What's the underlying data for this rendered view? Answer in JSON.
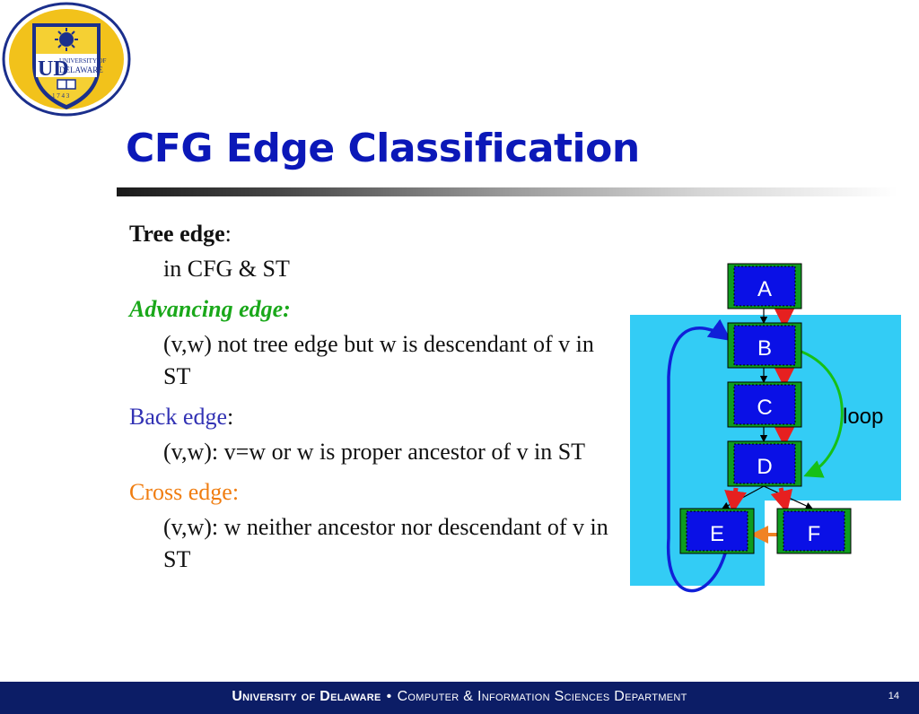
{
  "logo": {
    "text_top": "UNIVERSITY OF",
    "text_main": "DELAWARE",
    "monogram": "UD",
    "year": "1 7 4 3"
  },
  "title": "CFG Edge Classification",
  "content": {
    "tree_edge": {
      "term": "Tree edge",
      "colon": ":",
      "desc": "in CFG & ST"
    },
    "advancing_edge": {
      "term": "Advancing edge:",
      "desc": "(v,w) not tree edge but w is descendant of v in ST"
    },
    "back_edge": {
      "term": "Back edge",
      "colon": ":",
      "desc": "(v,w): v=w or w is proper ancestor of v in ST"
    },
    "cross_edge": {
      "term": "Cross edge",
      "colon": ":",
      "desc": "(v,w): w neither ancestor nor descendant of v in ST"
    }
  },
  "diagram": {
    "nodes": [
      "A",
      "B",
      "C",
      "D",
      "E",
      "F"
    ],
    "loop_label": "loop",
    "colors": {
      "node_fill": "#0a10e6",
      "node_border": "#0e9c1e",
      "loop_region": "#33ccf5",
      "tree_edge": "#e62020",
      "advancing_edge": "#16c016",
      "back_edge": "#1020d8",
      "cross_edge": "#f08224"
    }
  },
  "footer": {
    "university": "University of Delaware",
    "bullet": "•",
    "department": "Computer & Information Sciences Department",
    "page": "14"
  }
}
